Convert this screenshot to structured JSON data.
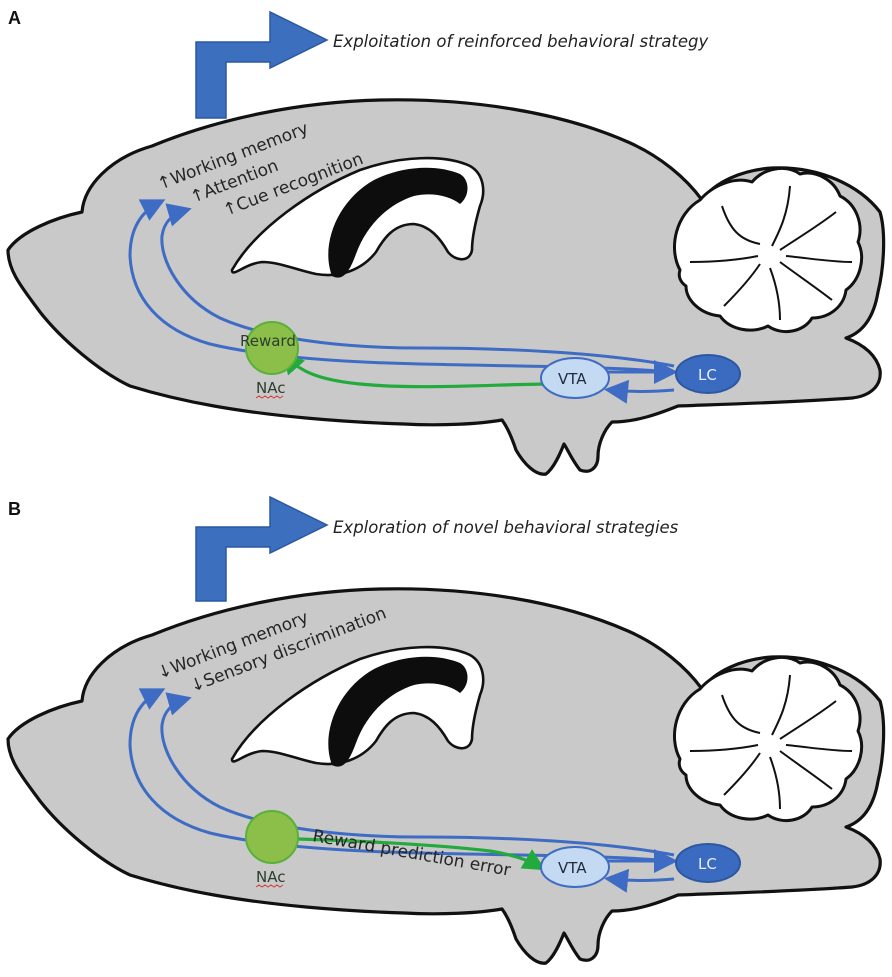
{
  "panels": [
    {
      "letter": "A",
      "headline": "Exploitation of reinforced behavioral strategy",
      "cortex_labels": [
        "↑Working memory",
        "↑Attention",
        "↑Cue recognition"
      ],
      "nac_inner_label": "Reward",
      "nac_label": "NAc",
      "vta_label": "VTA",
      "lc_label": "LC",
      "green_path_label": ""
    },
    {
      "letter": "B",
      "headline": "Exploration of novel behavioral strategies",
      "cortex_labels": [
        "↓Working memory",
        "↓Sensory discrimination"
      ],
      "nac_inner_label": "",
      "nac_label": "NAc",
      "vta_label": "VTA",
      "lc_label": "LC",
      "green_path_label": "Reward prediction error"
    }
  ],
  "colors": {
    "brain_fill": "#c9c9c9",
    "blue_arrow": "#3e6cc4",
    "green_arrow": "#22aa3c",
    "nac_fill": "#8cbf49",
    "vta_fill": "#c4daf2",
    "lc_fill": "#3a6bc0"
  }
}
